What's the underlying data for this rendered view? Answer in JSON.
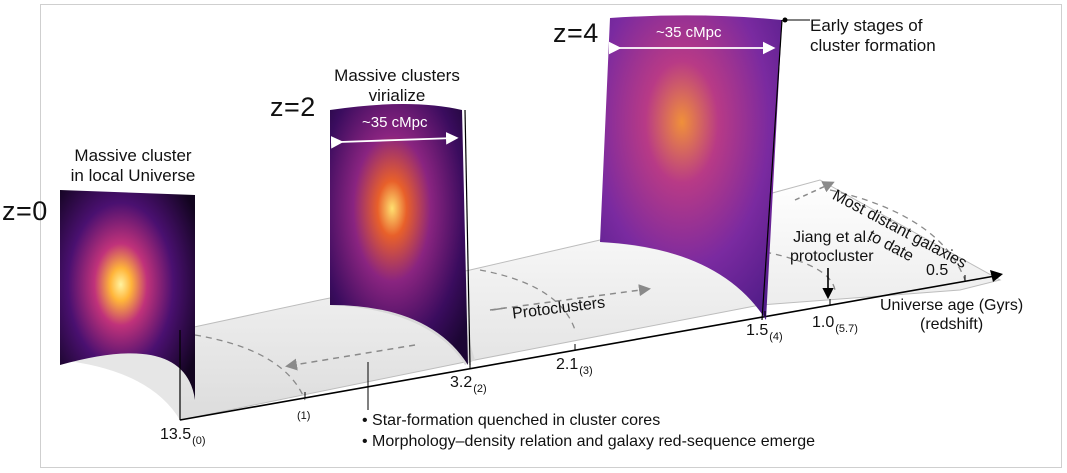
{
  "panels": [
    {
      "z_label": "z=0",
      "caption_line1": "Massive cluster",
      "caption_line2": "in local Universe"
    },
    {
      "z_label": "z=2",
      "caption_line1": "Massive clusters",
      "caption_line2": "virialize",
      "scale": "~35 cMpc"
    },
    {
      "z_label": "z=4",
      "caption_line1": "Early stages of",
      "caption_line2": "cluster formation",
      "scale": "~35 cMpc"
    }
  ],
  "axis": {
    "title_line1": "Universe age (Gyrs)",
    "title_line2": "(redshift)",
    "ticks": [
      {
        "value": "13.5",
        "redshift": "(0)"
      },
      {
        "value": "",
        "redshift": "(1)"
      },
      {
        "value": "3.2",
        "redshift": "(2)"
      },
      {
        "value": "2.1",
        "redshift": "(3)"
      },
      {
        "value": "1.5",
        "redshift": "(4)"
      },
      {
        "value": "1.0",
        "redshift": "(5.7)"
      },
      {
        "value": "0.5",
        "redshift": ""
      }
    ]
  },
  "annotations": {
    "protoclusters": "Protoclusters",
    "jiang_line1": "Jiang et al.",
    "jiang_line2": "protocluster",
    "most_distant_line1": "Most distant galaxies",
    "most_distant_line2": "to date"
  },
  "bullets": [
    "Star-formation quenched in cluster cores",
    "Morphology–density relation and galaxy red-sequence emerge"
  ],
  "colors": {
    "sim_dark": "#1a0633",
    "sim_mid": "#6a1f8a",
    "sim_bright": "#ffd84a",
    "floor": "#e6e6e6",
    "dash": "#8a8a8a"
  }
}
